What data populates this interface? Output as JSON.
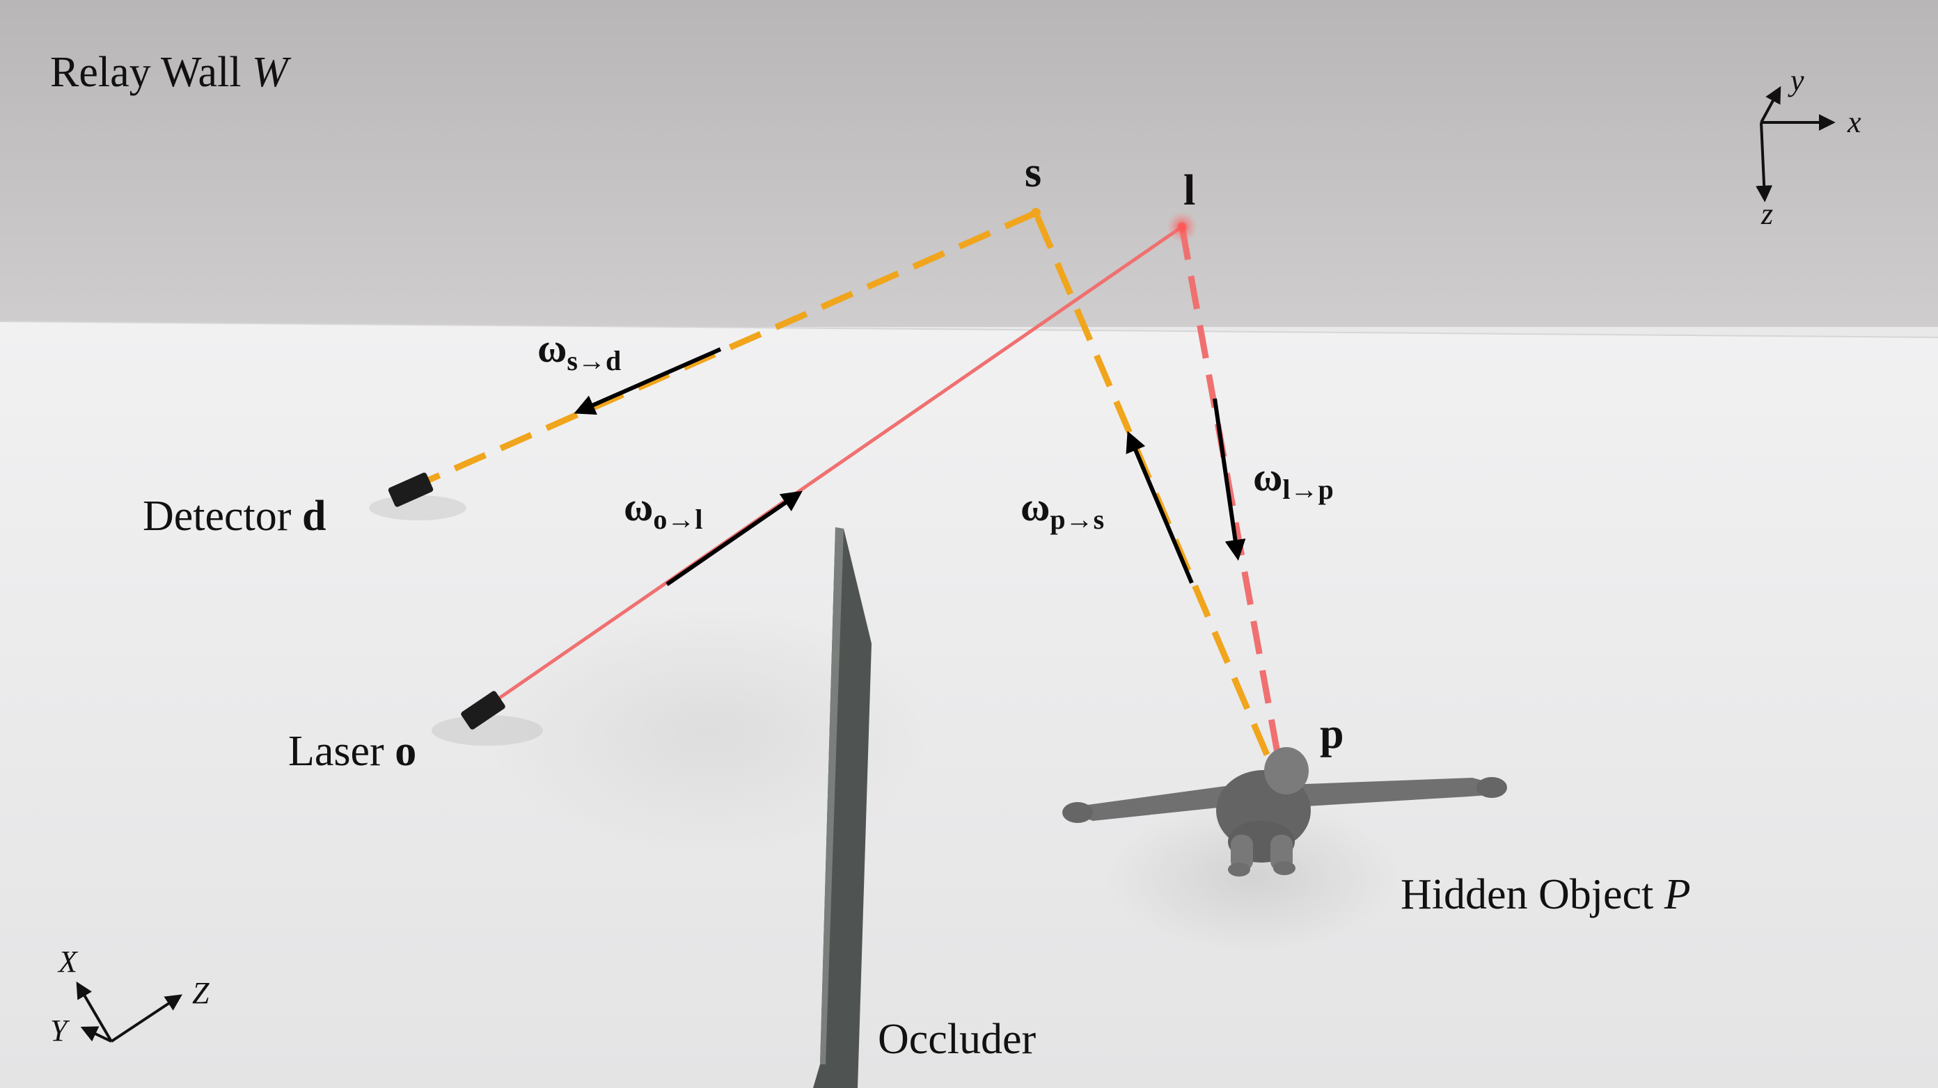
{
  "labels": {
    "relay_wall_prefix": "Relay Wall",
    "relay_wall_symbol": "W",
    "detector_prefix": "Detector",
    "detector_symbol": "d",
    "laser_prefix": "Laser",
    "laser_symbol": "o",
    "occluder": "Occluder",
    "hidden_object_prefix": "Hidden Object",
    "hidden_object_symbol": "P",
    "point_s": "s",
    "point_l": "l",
    "point_p": "p"
  },
  "vectors": {
    "omega": "ω",
    "s_to_d": "s→d",
    "o_to_l": "o→l",
    "p_to_s": "p→s",
    "l_to_p": "l→p"
  },
  "axes_wall": {
    "x": "x",
    "y": "y",
    "z": "z"
  },
  "axes_world": {
    "X": "X",
    "Y": "Y",
    "Z": "Z"
  },
  "colors": {
    "laser_path": "#f07070",
    "detector_path": "#f0a51c",
    "wall_top": "#bdbbbb",
    "floor": "#ededee",
    "arrow": "#000000",
    "occluder": "#4f5452",
    "figure": "#6a6a6a"
  }
}
